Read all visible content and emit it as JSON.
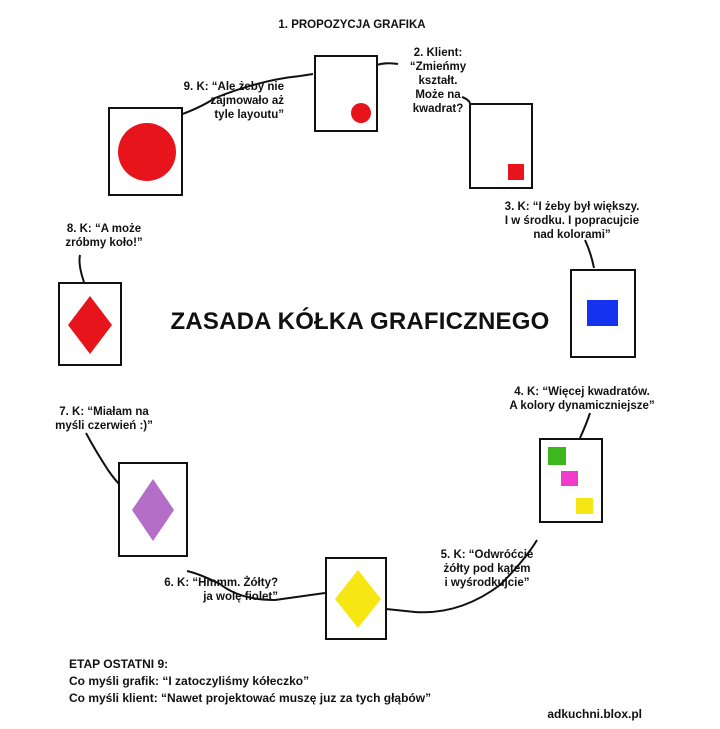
{
  "title": "ZASADA KÓŁKA GRAFICZNEGO",
  "steps": [
    {
      "label": "1. PROPOZYCJA GRAFIKA"
    },
    {
      "label": "2. Klient:\n“Zmieńmy\nkształt.\nMoże na\nkwadrat?"
    },
    {
      "label": "3. K: “I żeby był większy.\nI w środku. I popracujcie\nnad kolorami”"
    },
    {
      "label": "4. K: “Więcej kwadratów.\nA kolory dynamiczniejsze”"
    },
    {
      "label": "5. K: “Odwróćcie\nżółty pod kątem\ni wyśrodkujcie”"
    },
    {
      "label": "6. K: “Hmmm. Żółty?\nja wolę fiolet”"
    },
    {
      "label": "7. K: “Miałam na\nmyśli czerwień :)”"
    },
    {
      "label": "8. K: “A może\nzróbmy koło!”"
    },
    {
      "label": "9. K: “Ale żeby nie\nzajmowało aż\ntyle layoutu”"
    }
  ],
  "footer": {
    "heading": "ETAP OSTATNI 9:",
    "line1": "Co myśli grafik: “I zatoczyliśmy kółeczko”",
    "line2": "Co myśli klient: “Nawet projektować muszę juz za tych głąbów”"
  },
  "site": "adkuchni.blox.pl",
  "colors": {
    "red": "#e8141c",
    "blue": "#1432f0",
    "green": "#3db81c",
    "magenta": "#f03cc8",
    "yellow": "#f5e614",
    "violet": "#b46ec8",
    "outline": "#111111"
  }
}
